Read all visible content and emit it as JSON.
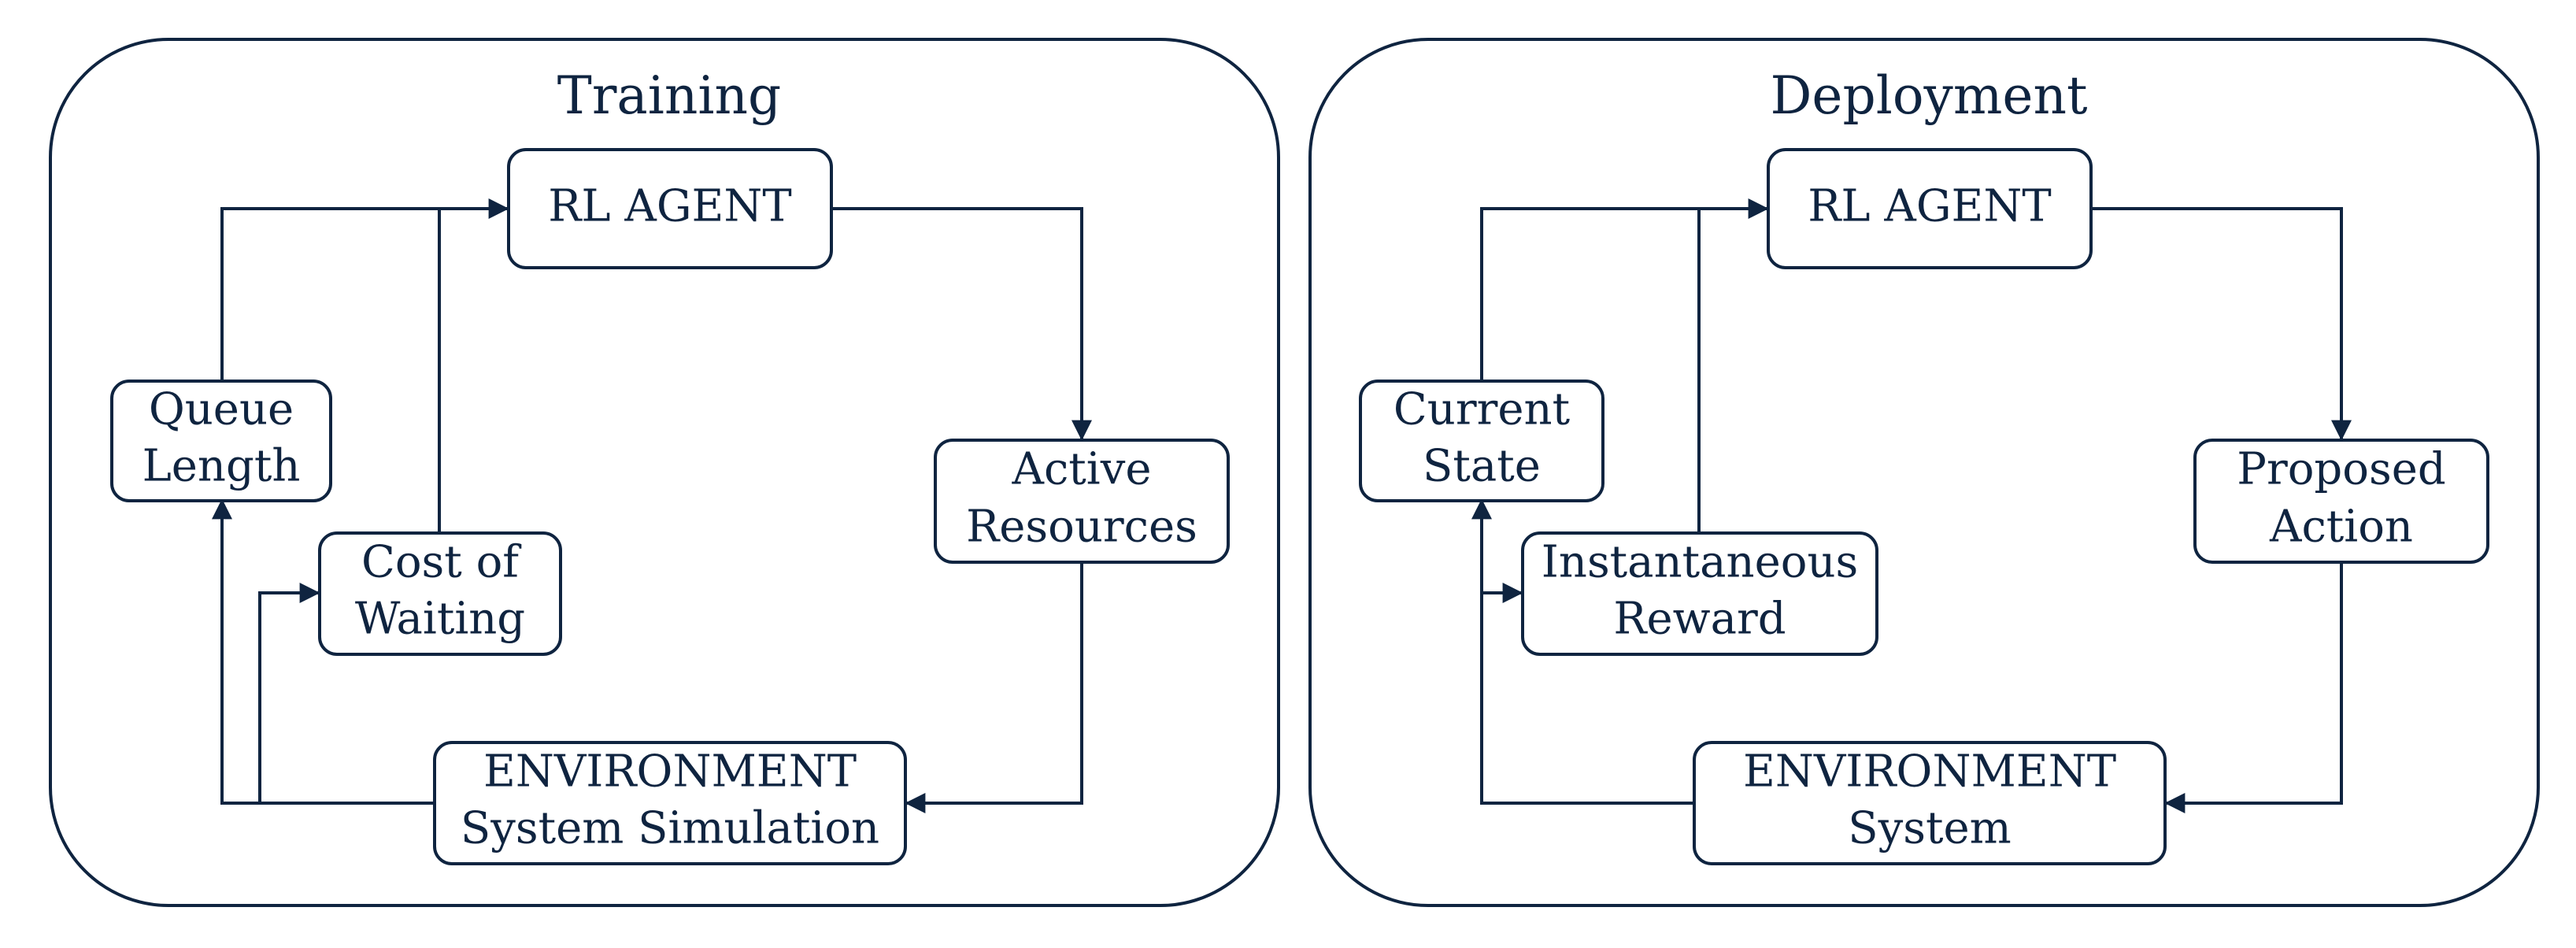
{
  "colors": {
    "ink": "#0f2440",
    "background": "#ffffff"
  },
  "training": {
    "title": "Training",
    "agent": "RL AGENT",
    "queue_length": [
      "Queue",
      "Length"
    ],
    "cost_of_waiting": [
      "Cost of",
      "Waiting"
    ],
    "active_resources": [
      "Active",
      "Resources"
    ],
    "environment": [
      "ENVIRONMENT",
      "System Simulation"
    ]
  },
  "deployment": {
    "title": "Deployment",
    "agent": "RL AGENT",
    "current_state": [
      "Current",
      "State"
    ],
    "instantaneous_reward": [
      "Instantaneous",
      "Reward"
    ],
    "proposed_action": [
      "Proposed",
      "Action"
    ],
    "environment": [
      "ENVIRONMENT",
      "System"
    ]
  }
}
